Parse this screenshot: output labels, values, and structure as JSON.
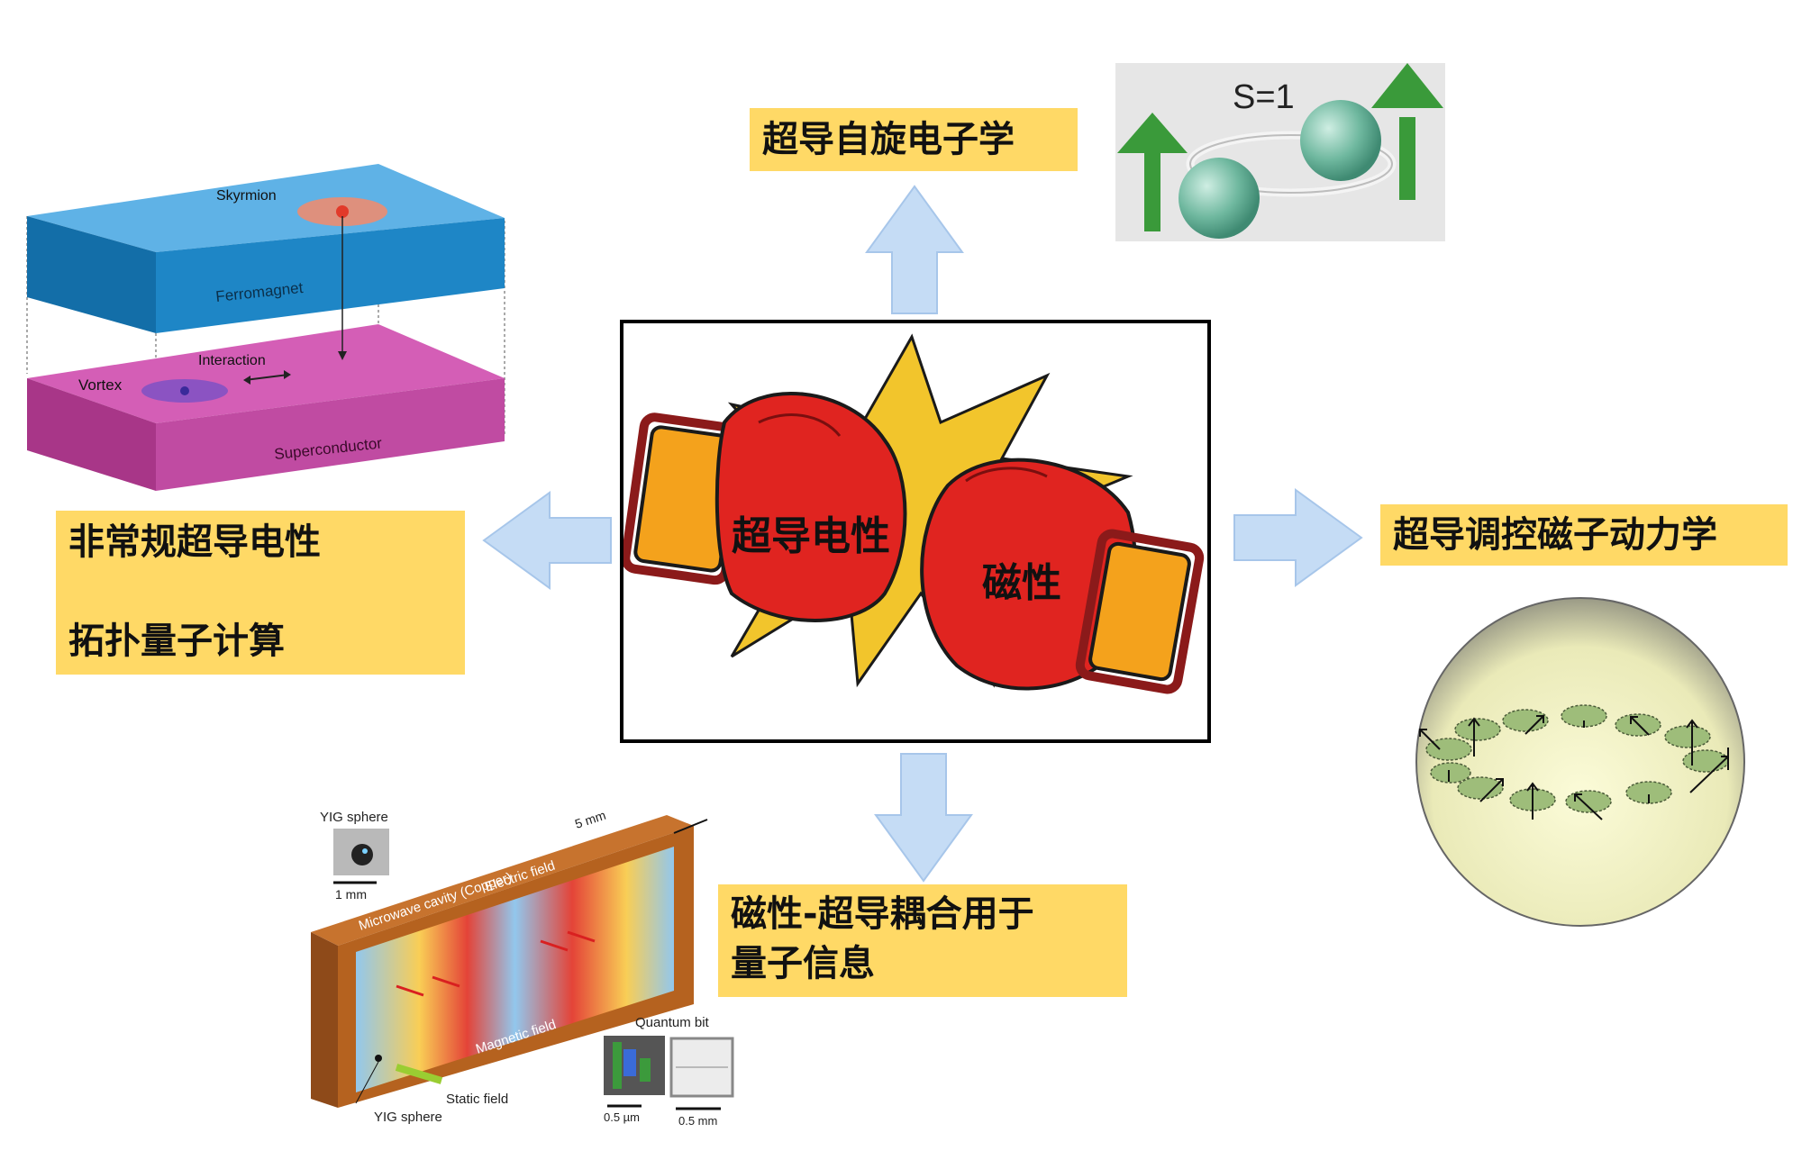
{
  "center": {
    "glove_left_text": "超导电性",
    "glove_right_text": "磁性"
  },
  "labels": {
    "top": "超导自旋电子学",
    "left_line1": "非常规超导电性",
    "left_line2": "拓扑量子计算",
    "right": "超导调控磁子动力学",
    "bottom_line1": "磁性-超导耦合用于",
    "bottom_line2": "量子信息"
  },
  "figure_top_right": {
    "text": "S=1"
  },
  "figure_left": {
    "skyrmion": "Skyrmion",
    "ferromagnet": "Ferromagnet",
    "vortex": "Vortex",
    "interaction": "Interaction",
    "superconductor": "Superconductor"
  },
  "figure_bottom": {
    "yig_sphere_top": "YIG sphere",
    "scale_1mm": "1 mm",
    "scale_5mm": "5 mm",
    "cavity": "Microwave cavity (Copper)",
    "electric_field": "Electric field",
    "magnetic_field": "Magnetic field",
    "quantum_bit": "Quantum bit",
    "static_field": "Static field",
    "yig_sphere_bottom": "YIG sphere",
    "scale_05um": "0.5 µm",
    "scale_05mm": "0.5 mm"
  },
  "colors": {
    "label_bg": "#ffd966",
    "arrow_fill": "#c5dcf5",
    "glove_red": "#e02420",
    "burst_yellow": "#f2c52c",
    "cuff_orange": "#f4a21c"
  }
}
